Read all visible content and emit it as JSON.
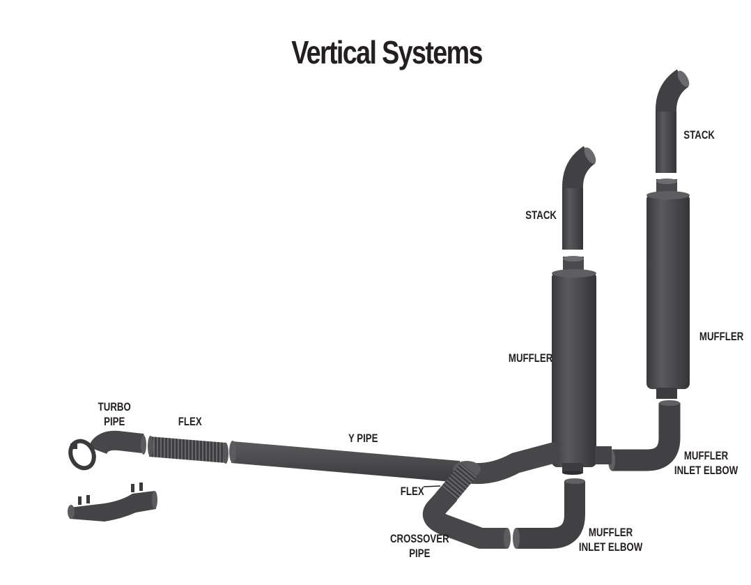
{
  "title": "Vertical Systems",
  "labels": {
    "stack_right": "STACK",
    "stack_left": "STACK",
    "muffler_right": "MUFFLER",
    "muffler_left": "MUFFLER",
    "turbo_pipe": [
      "TURBO",
      "PIPE"
    ],
    "flex_top": "FLEX",
    "y_pipe": "Y PIPE",
    "flex_lower": "FLEX",
    "crossover_pipe": [
      "CROSSOVER",
      "PIPE"
    ],
    "muffler_inlet_elbow_right": [
      "MUFFLER",
      "INLET ELBOW"
    ],
    "muffler_inlet_elbow_bottom": [
      "MUFFLER",
      "INLET ELBOW"
    ]
  }
}
